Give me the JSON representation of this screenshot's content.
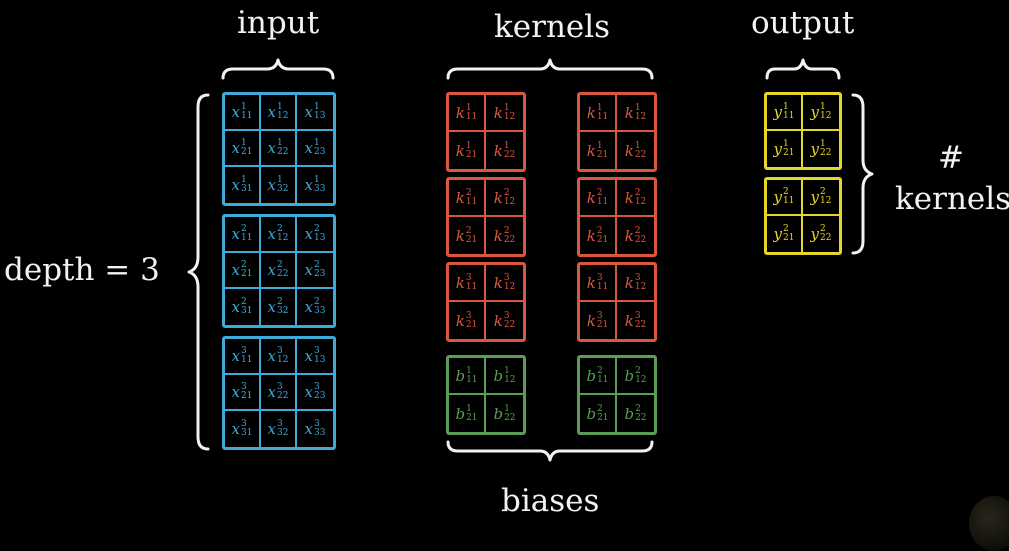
{
  "labels": {
    "input": "input",
    "kernels": "kernels",
    "output": "output",
    "biases": "biases",
    "depth": "depth = 3",
    "hash": "#",
    "num_kernels": "kernels"
  },
  "colors": {
    "input": "#3fa9d8",
    "kernel": "#d9573f",
    "bias": "#5a9d55",
    "output": "#e6d52b",
    "text": "#f2f2f2"
  },
  "input_blocks": [
    {
      "letter": "x",
      "depth": "1",
      "rows": [
        [
          "11",
          "12",
          "13"
        ],
        [
          "21",
          "22",
          "23"
        ],
        [
          "31",
          "32",
          "33"
        ]
      ]
    },
    {
      "letter": "x",
      "depth": "2",
      "rows": [
        [
          "11",
          "12",
          "13"
        ],
        [
          "21",
          "22",
          "23"
        ],
        [
          "31",
          "32",
          "33"
        ]
      ]
    },
    {
      "letter": "x",
      "depth": "3",
      "rows": [
        [
          "11",
          "12",
          "13"
        ],
        [
          "21",
          "22",
          "23"
        ],
        [
          "31",
          "32",
          "33"
        ]
      ]
    }
  ],
  "kernel_columns": [
    [
      {
        "letter": "k",
        "depth": "1",
        "rows": [
          [
            "11",
            "12"
          ],
          [
            "21",
            "22"
          ]
        ]
      },
      {
        "letter": "k",
        "depth": "2",
        "rows": [
          [
            "11",
            "12"
          ],
          [
            "21",
            "22"
          ]
        ]
      },
      {
        "letter": "k",
        "depth": "3",
        "rows": [
          [
            "11",
            "12"
          ],
          [
            "21",
            "22"
          ]
        ]
      }
    ],
    [
      {
        "letter": "k",
        "depth": "1",
        "rows": [
          [
            "11",
            "12"
          ],
          [
            "21",
            "22"
          ]
        ]
      },
      {
        "letter": "k",
        "depth": "2",
        "rows": [
          [
            "11",
            "12"
          ],
          [
            "21",
            "22"
          ]
        ]
      },
      {
        "letter": "k",
        "depth": "3",
        "rows": [
          [
            "11",
            "12"
          ],
          [
            "21",
            "22"
          ]
        ]
      }
    ]
  ],
  "bias_blocks": [
    {
      "letter": "b",
      "depth": "1",
      "rows": [
        [
          "11",
          "12"
        ],
        [
          "21",
          "22"
        ]
      ]
    },
    {
      "letter": "b",
      "depth": "2",
      "rows": [
        [
          "11",
          "12"
        ],
        [
          "21",
          "22"
        ]
      ]
    }
  ],
  "output_blocks": [
    {
      "letter": "y",
      "depth": "1",
      "rows": [
        [
          "11",
          "12"
        ],
        [
          "21",
          "22"
        ]
      ]
    },
    {
      "letter": "y",
      "depth": "2",
      "rows": [
        [
          "11",
          "12"
        ],
        [
          "21",
          "22"
        ]
      ]
    }
  ]
}
